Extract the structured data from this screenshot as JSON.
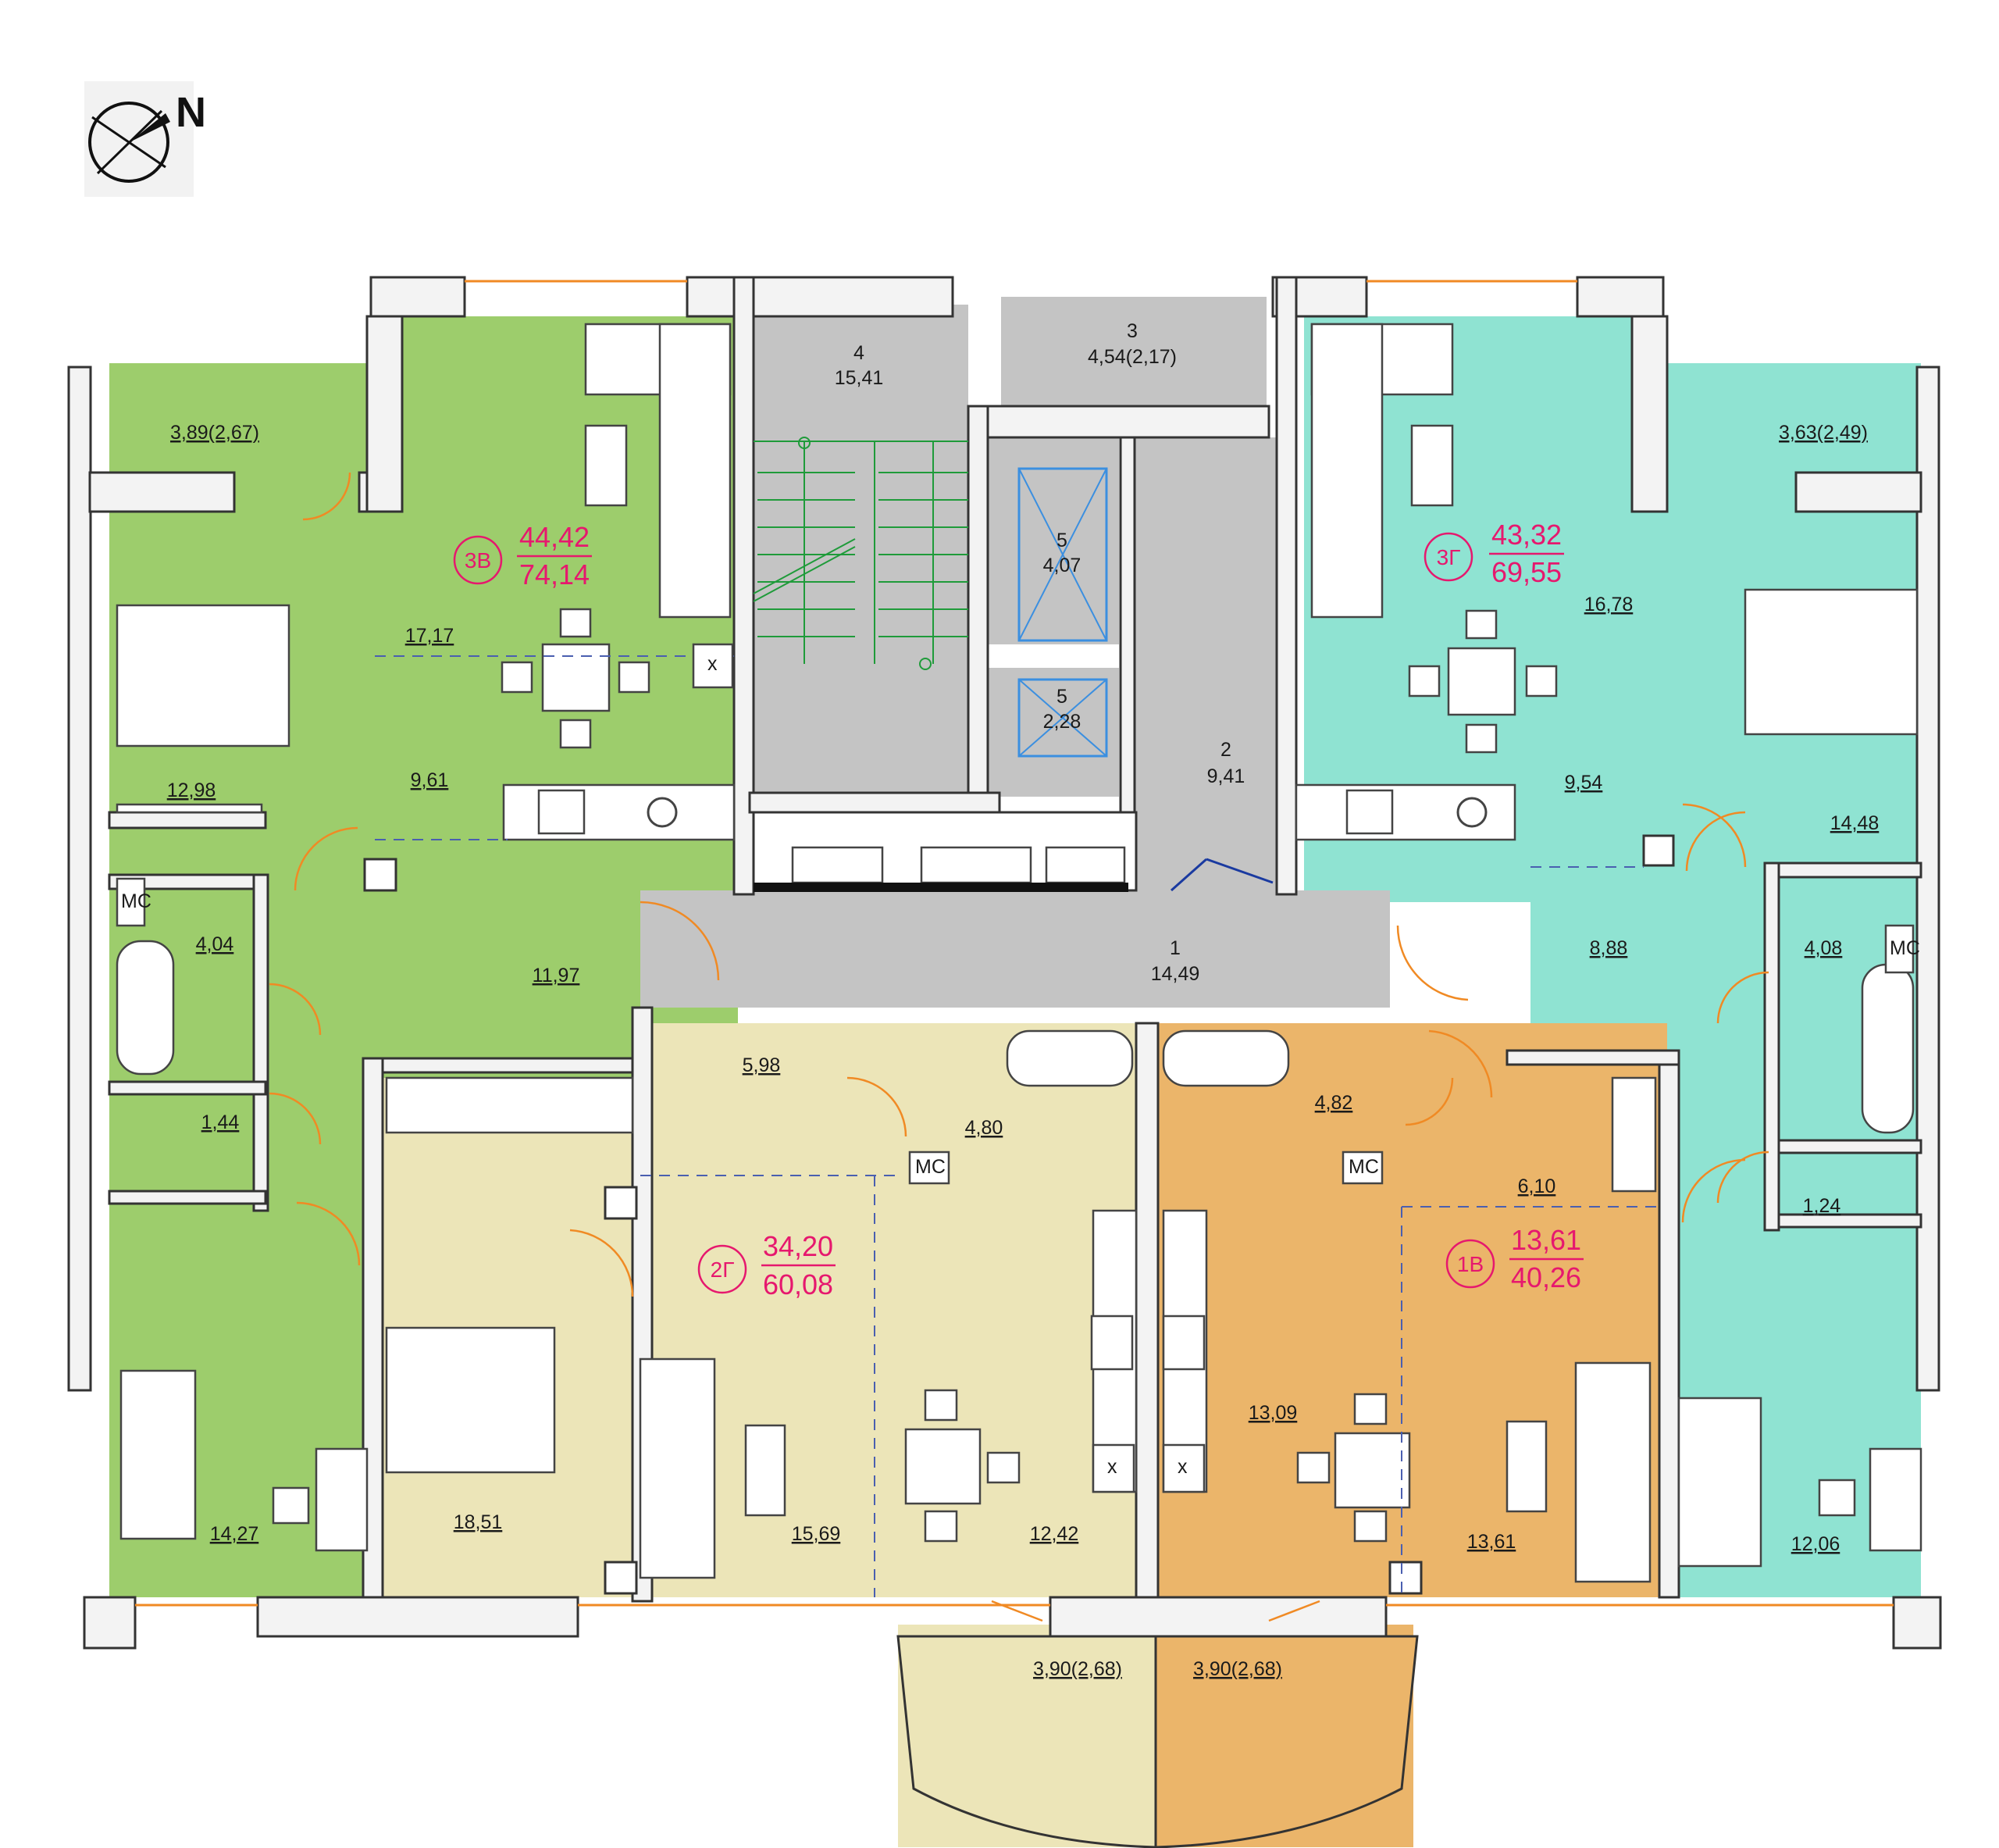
{
  "compass": {
    "label": "N",
    "icon": "north-arrow-icon"
  },
  "colors": {
    "apt_3B": "#9dcd6c",
    "apt_3G": "#8fe3d2",
    "apt_2G": "#ece5b8",
    "apt_1B": "#ebb56a",
    "common": "#c4c4c4",
    "stair_lines": "#1f9b3a",
    "elevator_lines": "#3b8fe0",
    "doors": "#f08a24",
    "apartment_labels": "#e6186e"
  },
  "apartments": [
    {
      "id": "3B",
      "label": "3В",
      "living": "44,42",
      "total": "74,14"
    },
    {
      "id": "3G",
      "label": "3Г",
      "living": "43,32",
      "total": "69,55"
    },
    {
      "id": "2G",
      "label": "2Г",
      "living": "34,20",
      "total": "60,08"
    },
    {
      "id": "1B",
      "label": "1В",
      "living": "13,61",
      "total": "40,26"
    }
  ],
  "rooms": {
    "b3_balcony": "3,89(2,67)",
    "b3_living": "17,17",
    "b3_kitchen": "9,61",
    "b3_bed": "12,98",
    "b3_bath": "4,04",
    "b3_wc": "1,44",
    "b3_hall": "11,97",
    "b3_bed2": "14,27",
    "g3_balcony": "3,63(2,49)",
    "g3_living": "16,78",
    "g3_kitchen": "9,54",
    "g3_bed": "14,48",
    "g3_hall": "8,88",
    "g3_bath": "4,08",
    "g3_wc": "1,24",
    "g3_bed2": "12,06",
    "g2_hall": "5,98",
    "g2_bath": "4,80",
    "g2_bed": "18,51",
    "g2_living": "15,69",
    "g2_kitchen": "12,42",
    "g2_balcony": "3,90(2,68)",
    "b1_bath": "4,82",
    "b1_hall": "6,10",
    "b1_kitchen": "13,09",
    "b1_living": "13,61",
    "b1_balcony": "3,90(2,68)"
  },
  "common_areas": [
    {
      "id": "corridor",
      "num": "1",
      "area": "14,49"
    },
    {
      "id": "lobby",
      "num": "2",
      "area": "9,41"
    },
    {
      "id": "storage",
      "num": "3",
      "area": "4,54(2,17)"
    },
    {
      "id": "stairs",
      "num": "4",
      "area": "15,41"
    },
    {
      "id": "lift_large",
      "num": "5",
      "area": "4,07"
    },
    {
      "id": "lift_small",
      "num": "5",
      "area": "2,28"
    }
  ],
  "fixture_tags": {
    "shaft": "МС",
    "vent": "х"
  }
}
